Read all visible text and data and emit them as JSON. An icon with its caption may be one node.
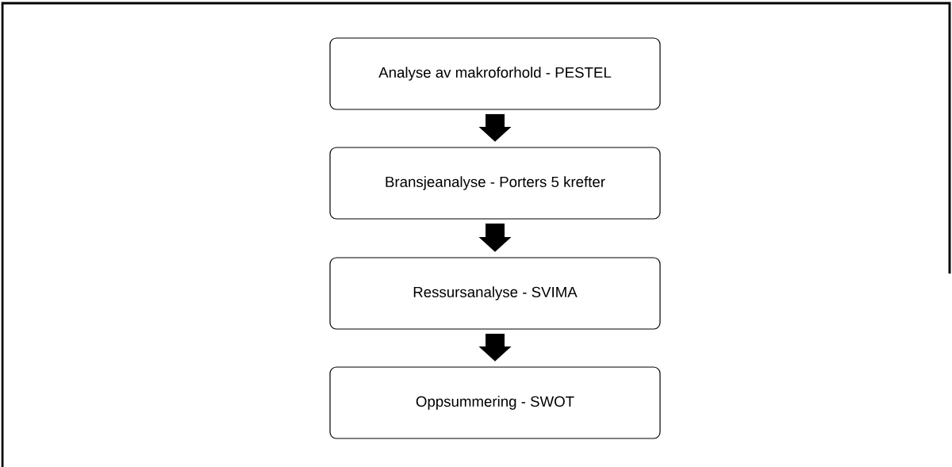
{
  "diagram": {
    "nodes": [
      {
        "text": [
          "Analyse av makroforhold - PESTEL"
        ]
      },
      {
        "text": [
          "Bransjeanalyse - Porters 5 krefter"
        ]
      },
      {
        "text": [
          "Ressursanalyse - SVIMA"
        ]
      },
      {
        "text": [
          "Oppsummering - SWOT"
        ]
      }
    ],
    "edges": [
      {
        "from": 0,
        "to": 1,
        "arrow": "to"
      },
      {
        "from": 1,
        "to": 2,
        "arrow": "to"
      },
      {
        "from": 2,
        "to": 3,
        "arrow": "to"
      }
    ]
  }
}
